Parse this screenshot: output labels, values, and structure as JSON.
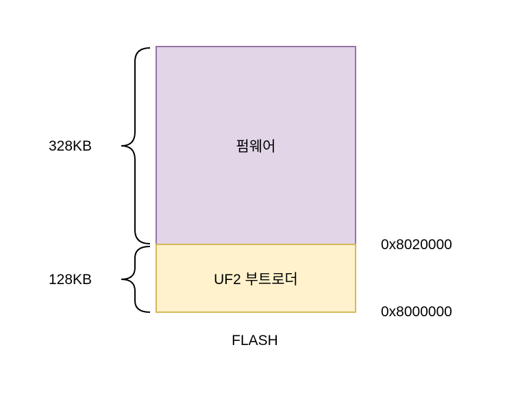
{
  "diagram": {
    "regions": [
      {
        "name": "firmware",
        "label": "펌웨어",
        "size_label": "328KB",
        "fill": "#e1d5e7",
        "stroke": "#9673a6"
      },
      {
        "name": "bootloader",
        "label": "UF2 부트로더",
        "size_label": "128KB",
        "fill": "#fff2cc",
        "stroke": "#d6b656"
      }
    ],
    "addresses": {
      "firmware_start": "0x8020000",
      "flash_start": "0x8000000"
    },
    "caption": "FLASH"
  }
}
